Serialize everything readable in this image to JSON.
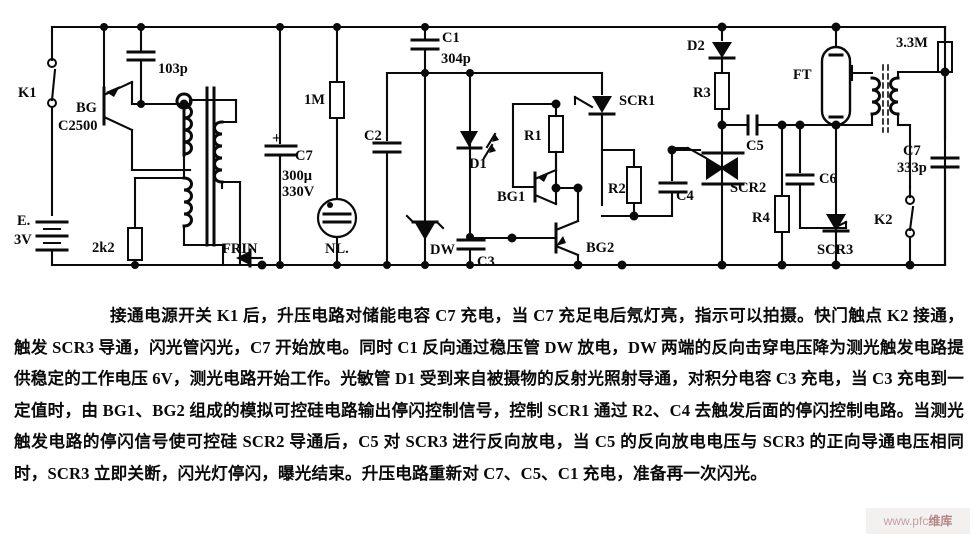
{
  "figure": {
    "type": "schematic",
    "title": "Automatic electronic flash circuit with photo-sensing stop-flash control"
  },
  "labels": {
    "k1": "K1",
    "bg": "BG",
    "bg_part": "C2500",
    "battery": "E.",
    "battery_value": "3V",
    "r_2k2": "2k2",
    "c_103p": "103p",
    "frin": "FRIN",
    "r_1m": "1M",
    "c7_left": "C7",
    "c7_left_v1": "300μ",
    "c7_left_v2": "330V",
    "c7_left_plus": "+",
    "nl": "NL.",
    "c2": "C2",
    "c1": "C1",
    "c1_value": "304p",
    "dw": "DW",
    "c3": "C3",
    "d1": "D1",
    "bg1": "BG1",
    "bg2": "BG2",
    "r1": "R1",
    "r2": "R2",
    "c4": "C4",
    "scr1": "SCR1",
    "d2": "D2",
    "r3": "R3",
    "c5": "C5",
    "scr2": "SCR2",
    "r4": "R4",
    "ft": "FT",
    "c6": "C6",
    "scr3": "SCR3",
    "k2": "K2",
    "r_3m3": "3.3M",
    "c7_right": "C7",
    "c7_right_value": "333p"
  },
  "description": {
    "text": "接通电源开关 K1 后，升压电路对储能电容 C7 充电，当 C7 充足电后氖灯亮，指示可以拍摄。快门触点 K2 接通，触发 SCR3 导通，闪光管闪光，C7 开始放电。同时 C1 反向通过稳压管 DW 放电，DW 两端的反向击穿电压降为测光触发电路提供稳定的工作电压 6V，测光电路开始工作。光敏管 D1 受到来自被摄物的反射光照射导通，对积分电容 C3 充电，当 C3 充电到一定值时，由 BG1、BG2 组成的模拟可控硅电路输出停闪控制信号，控制 SCR1 通过 R2、C4 去触发后面的停闪控制电路。当测光触发电路的停闪信号使可控硅 SCR2 导通后，C5 对 SCR3 进行反向放电，当 C5 的反向放电电压与 SCR3 的正向导通电压相同时，SCR3 立即关断，闪光灯停闪，曝光结束。升压电路重新对 C7、C5、C1 充电，准备再一次闪光。"
  },
  "watermark": {
    "text_latin": "www.pfc",
    "text_cn": "维库"
  },
  "colors": {
    "ink": "#0a0a0a",
    "background": "#ffffff",
    "watermark": "#b98f8f"
  }
}
